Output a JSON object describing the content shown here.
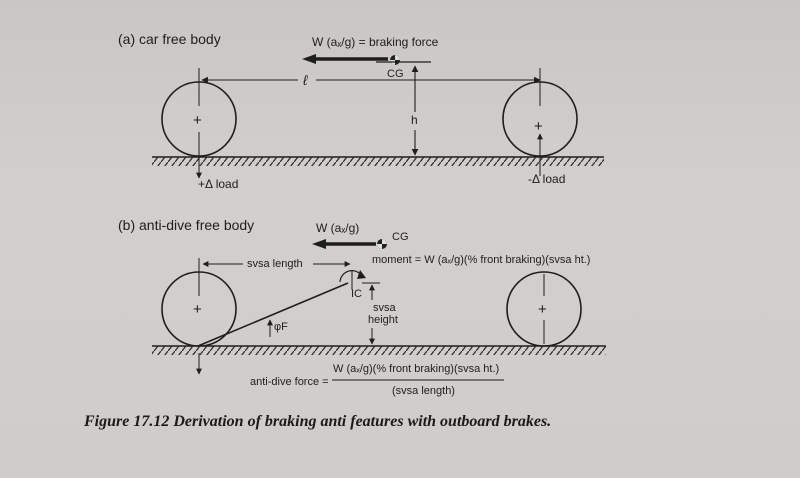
{
  "diagram": {
    "panel_a": {
      "title": "(a) car free body",
      "force_label": "W (aₓ/g) = braking force",
      "cg_label": "CG",
      "wheelbase_label": "ℓ",
      "height_label": "h",
      "front_load_label": "+Δ load",
      "rear_load_label": "-Δ load",
      "wheel_center_symbol": "+"
    },
    "panel_b": {
      "title": "(b) anti-dive free body",
      "force_label": "W (aₓ/g)",
      "cg_label": "CG",
      "svsa_length_label": "svsa length",
      "moment_label": "moment = W (aₓ/g)(% front braking)(svsa ht.)",
      "ic_label": "IC",
      "svsa_label": "svsa",
      "height_label": "height",
      "angle_label": "φF",
      "anti_dive_label": "anti-dive force =",
      "numerator": "W (aₓ/g)(% front braking)(svsa ht.)",
      "denominator": "(svsa length)",
      "wheel_center_symbol": "+"
    },
    "caption": "Figure 17.12  Derivation of braking anti features with outboard brakes."
  }
}
